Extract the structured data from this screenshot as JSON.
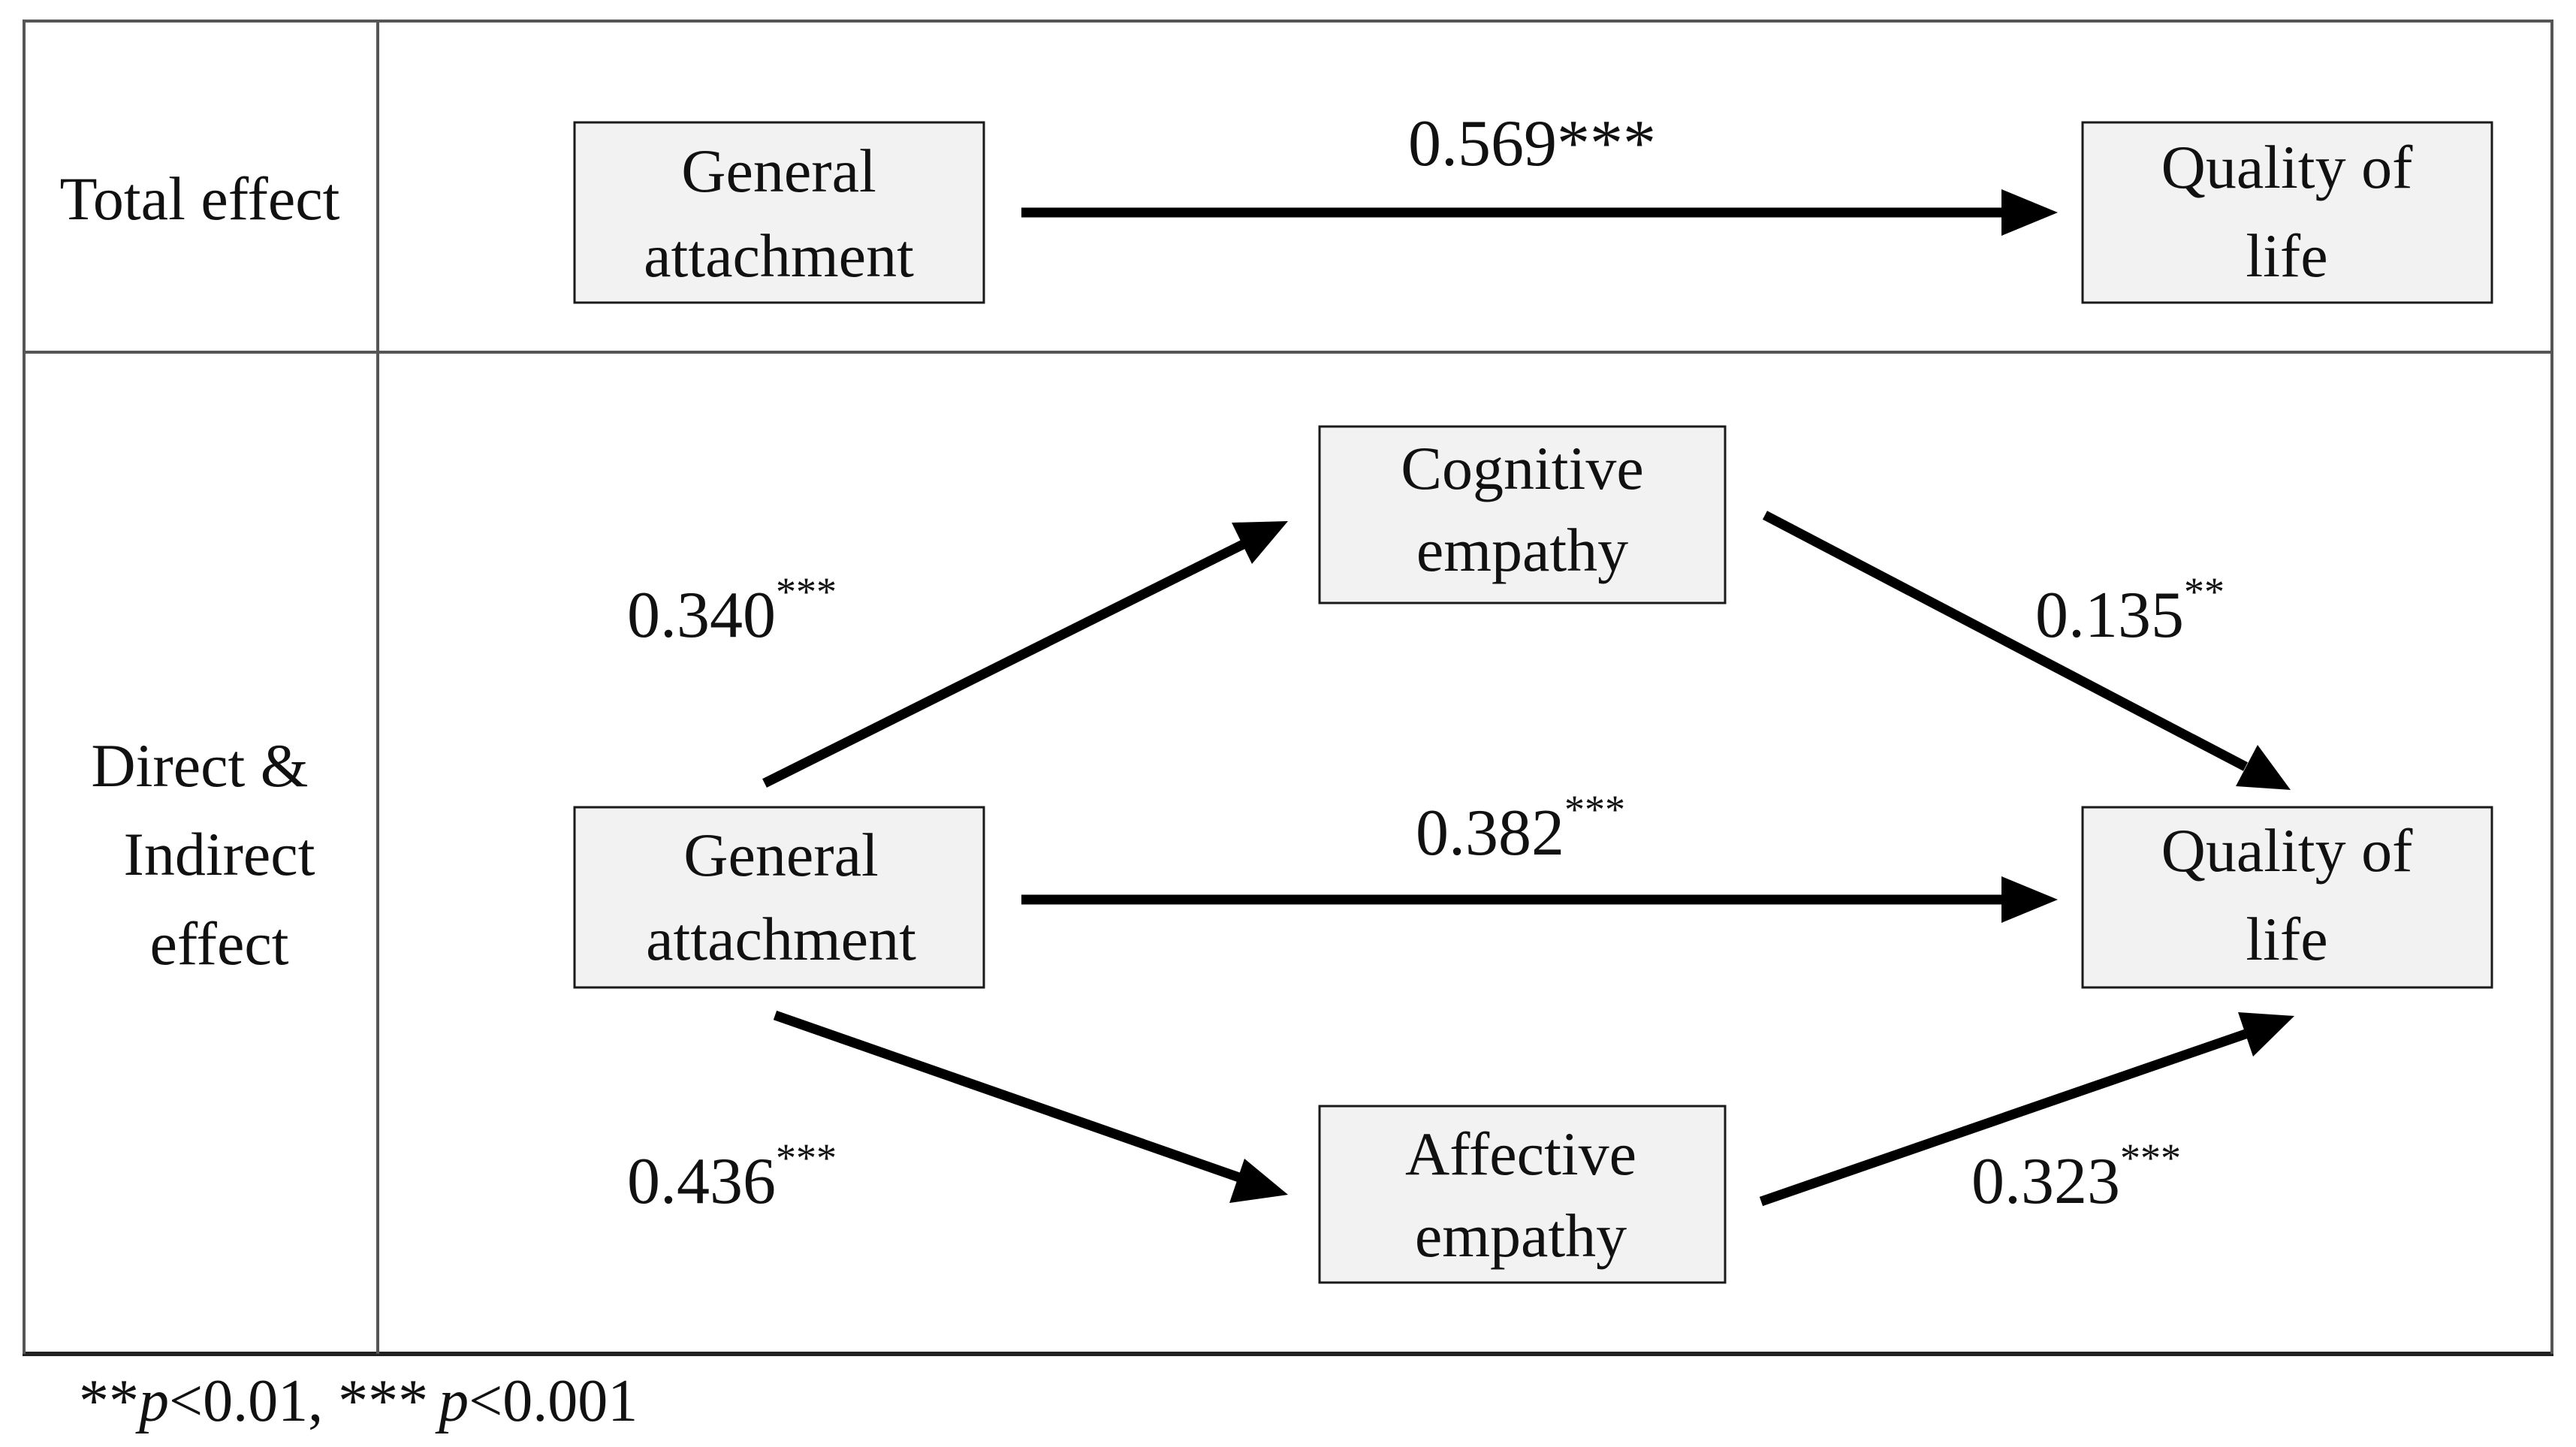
{
  "rows": {
    "total": {
      "label_lines": [
        "Total effect"
      ]
    },
    "direct_indirect": {
      "label_lines": [
        "Direct &",
        "Indirect",
        "effect"
      ]
    }
  },
  "nodes": {
    "total_attachment": {
      "lines": [
        "General",
        "attachment"
      ]
    },
    "total_qol": {
      "lines": [
        "Quality of",
        "life"
      ]
    },
    "cognitive": {
      "lines": [
        "Cognitive",
        "empathy"
      ]
    },
    "attachment": {
      "lines": [
        "General",
        "attachment"
      ]
    },
    "qol": {
      "lines": [
        "Quality of",
        "life"
      ]
    },
    "affective": {
      "lines": [
        "Affective",
        "empathy"
      ]
    }
  },
  "paths": {
    "total": {
      "from": "General attachment",
      "to": "Quality of life",
      "coefficient": "0.569",
      "significance": "***",
      "superscript": false
    },
    "attachment_to_cognitive": {
      "from": "General attachment",
      "to": "Cognitive empathy",
      "coefficient": "0.340",
      "significance": "***",
      "superscript": true
    },
    "cognitive_to_qol": {
      "from": "Cognitive empathy",
      "to": "Quality of life",
      "coefficient": "0.135",
      "significance": "**",
      "superscript": true
    },
    "attachment_to_qol_direct": {
      "from": "General attachment",
      "to": "Quality of life",
      "coefficient": "0.382",
      "significance": "***",
      "superscript": true
    },
    "attachment_to_affective": {
      "from": "General attachment",
      "to": "Affective empathy",
      "coefficient": "0.436",
      "significance": "***",
      "superscript": true
    },
    "affective_to_qol": {
      "from": "Affective empathy",
      "to": "Quality of life",
      "coefficient": "0.323",
      "significance": "***",
      "superscript": true
    }
  },
  "footnote": {
    "stars_01": "**",
    "p_01": "p",
    "tail_01": "<0.01, ",
    "stars_001": "***",
    "p_001": "p",
    "tail_001": "<0.001"
  },
  "colors": {
    "box_fill": "#f2f2f2",
    "box_border": "#1a1a1a",
    "arrow": "#000000",
    "grid_rule": "#555555"
  }
}
